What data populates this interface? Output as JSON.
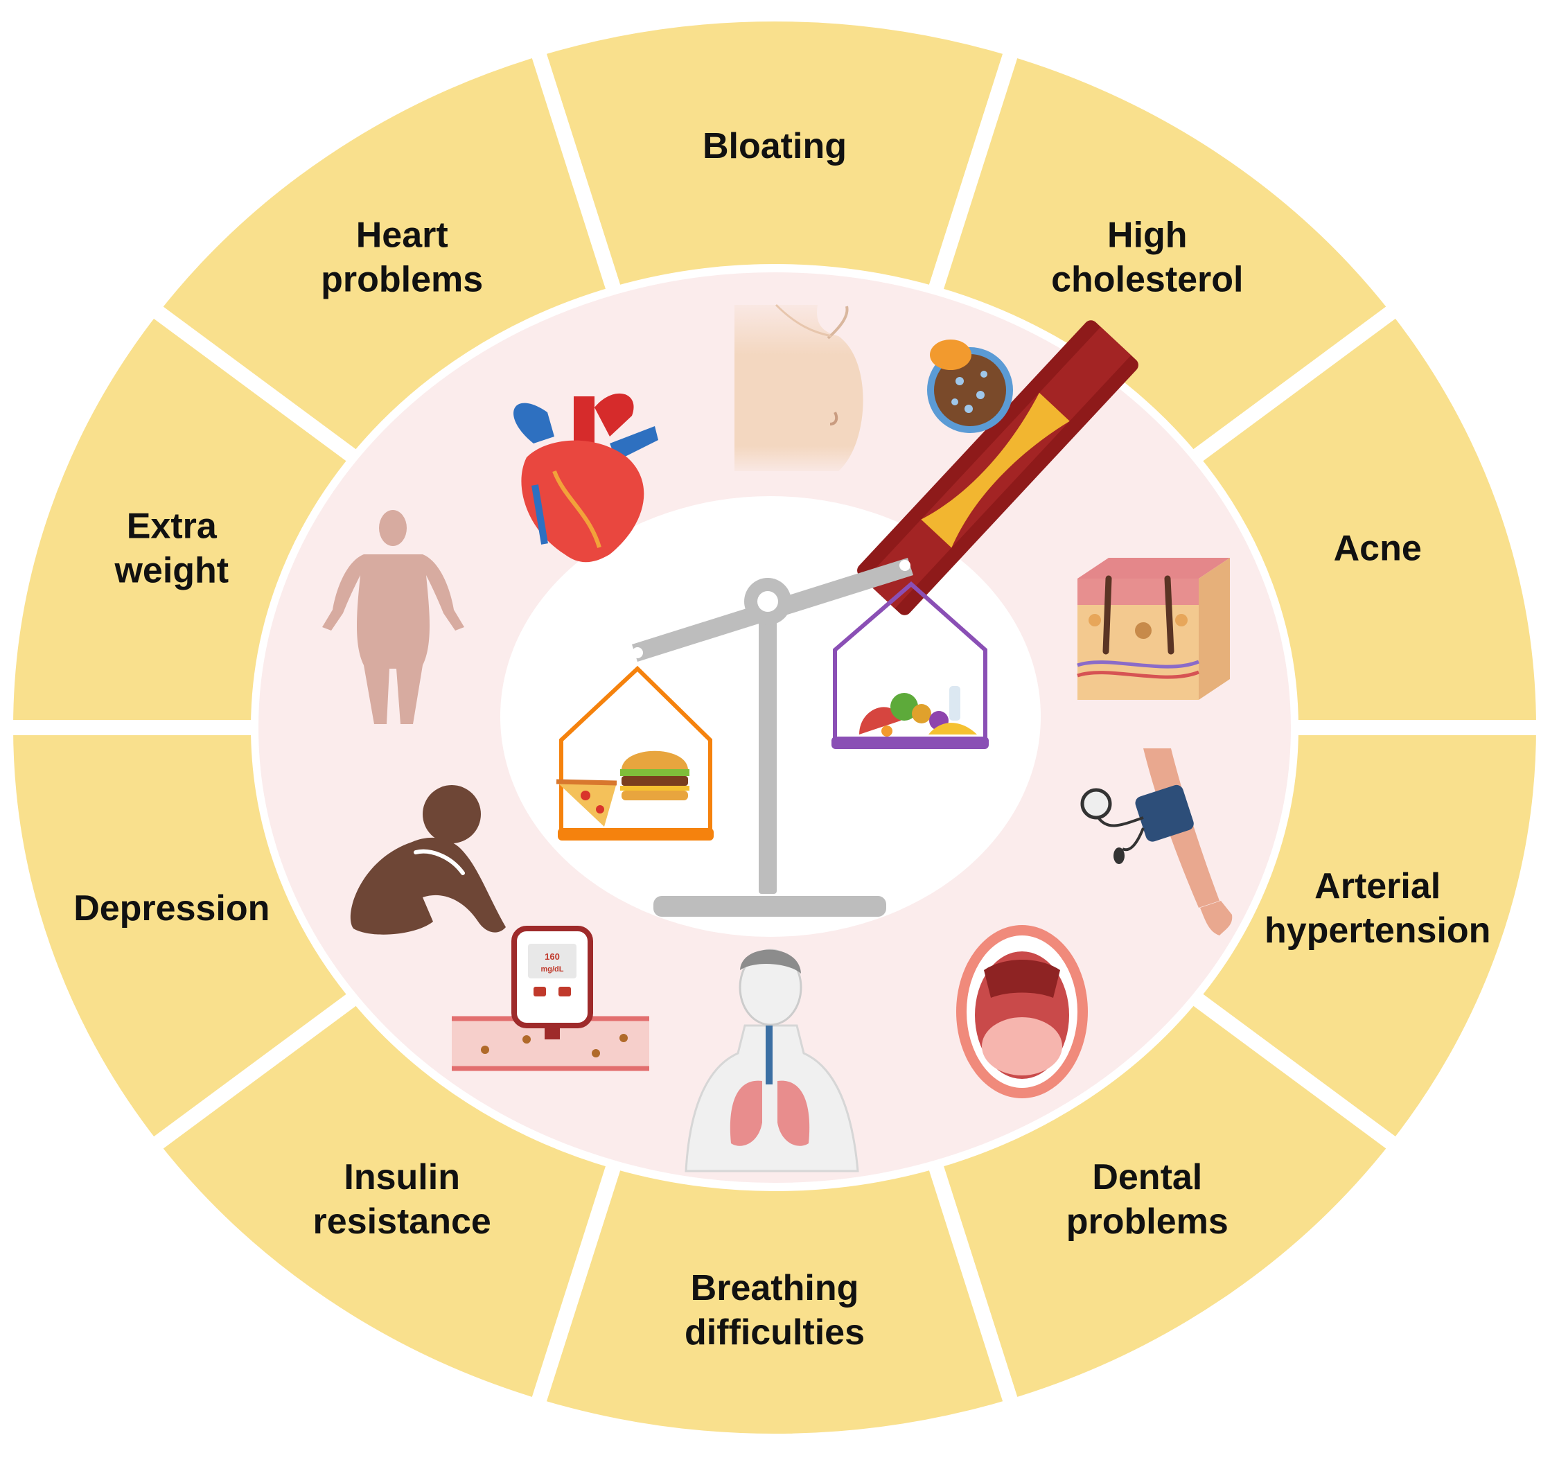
{
  "segments": [
    {
      "id": "bloating",
      "lines": [
        "Bloating"
      ],
      "icon": "bloated-belly-icon"
    },
    {
      "id": "high-cholesterol",
      "lines": [
        "High",
        "cholesterol"
      ],
      "icon": "clogged-artery-icon"
    },
    {
      "id": "acne",
      "lines": [
        "Acne"
      ],
      "icon": "skin-section-icon"
    },
    {
      "id": "arterial-hypertension",
      "lines": [
        "Arterial",
        "hypertension"
      ],
      "icon": "blood-pressure-cuff-icon"
    },
    {
      "id": "dental-problems",
      "lines": [
        "Dental",
        "problems"
      ],
      "icon": "open-mouth-icon"
    },
    {
      "id": "breathing-difficulties",
      "lines": [
        "Breathing",
        "difficulties"
      ],
      "icon": "lungs-icon"
    },
    {
      "id": "insulin-resistance",
      "lines": [
        "Insulin",
        "resistance"
      ],
      "icon": "glucose-meter-icon"
    },
    {
      "id": "depression",
      "lines": [
        "Depression"
      ],
      "icon": "sad-person-icon"
    },
    {
      "id": "extra-weight",
      "lines": [
        "Extra",
        "weight"
      ],
      "icon": "obese-body-icon"
    },
    {
      "id": "heart-problems",
      "lines": [
        "Heart",
        "problems"
      ],
      "icon": "heart-icon"
    }
  ],
  "meter_reading": [
    "160",
    "mg/dL"
  ],
  "center": {
    "icon": "balance-scale-icon",
    "left_pan": [
      "pizza-icon",
      "burger-icon"
    ],
    "right_pan": [
      "fruits-vegetables-icon"
    ]
  },
  "colors": {
    "segment_fill": "#F9E08D",
    "inner_ring": "#FBECEC",
    "center": "#FFFFFF",
    "scale": "#BDBDBD",
    "left_pan": "#F5820D",
    "right_pan": "#8A4FB5",
    "text": "#111111"
  }
}
